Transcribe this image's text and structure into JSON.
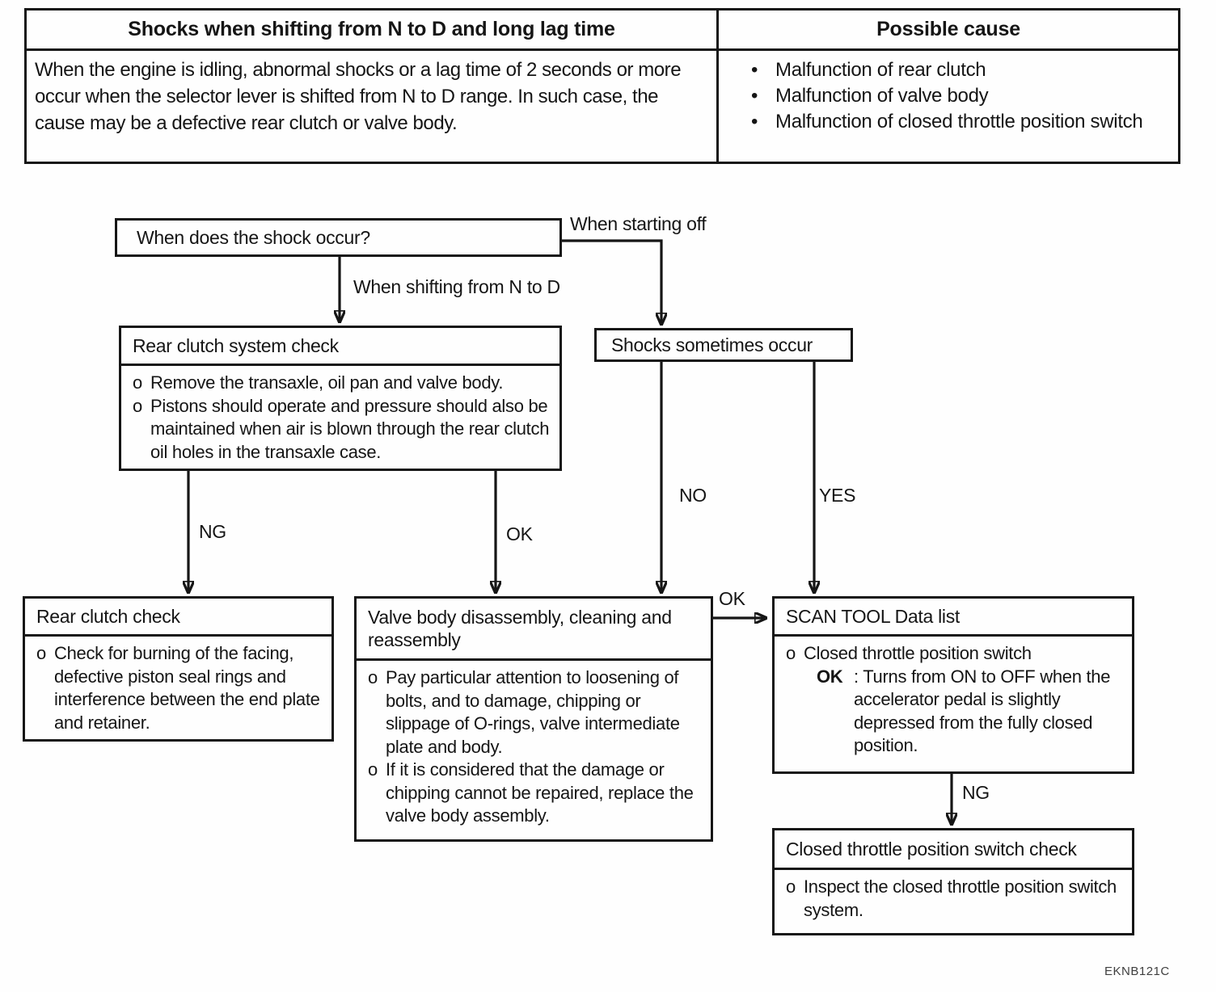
{
  "table": {
    "symptom_header": "Shocks when shifting from N to D and long lag time",
    "cause_header": "Possible cause",
    "symptom_text": "When the engine is idling, abnormal shocks or a lag time of 2 seconds or more occur when the selector lever is shifted from N to D range. In such case, the cause may be a defective rear clutch or valve body.",
    "cause_bullet": "•",
    "causes": [
      "Malfunction of rear clutch",
      "Malfunction of valve body",
      "Malfunction of closed throttle position switch"
    ]
  },
  "flowchart": {
    "bullet": "o",
    "start": {
      "title": "When does the shock occur?"
    },
    "labels": {
      "when_starting_off": "When starting off",
      "when_shifting": "When shifting from N to D",
      "ng_rear": "NG",
      "ok_rear": "OK",
      "no_shocks": "NO",
      "yes_shocks": "YES",
      "ok_valve": "OK",
      "ng_scan": "NG"
    },
    "shocks_sometimes": {
      "title": "Shocks sometimes occur"
    },
    "rear_clutch_system_check": {
      "title": "Rear clutch system check",
      "items": [
        "Remove the transaxle, oil pan and valve body.",
        "Pistons should operate and pressure should also be maintained when air is blown through the rear clutch oil holes in the transaxle case."
      ]
    },
    "rear_clutch_check": {
      "title": "Rear clutch check",
      "items": [
        "Check for burning of the facing, defective piston seal rings and interference between the end plate and retainer."
      ]
    },
    "valve_body": {
      "title": "Valve body disassembly, cleaning and reassembly",
      "items": [
        "Pay particular attention to loosening of bolts, and to damage, chipping or slippage of O-rings, valve intermediate plate and body.",
        "If it is considered that the damage or chipping cannot be repaired, replace the valve body assembly."
      ]
    },
    "scan_tool": {
      "title": "SCAN TOOL Data list",
      "item": "Closed throttle position switch",
      "ok_label": "OK",
      "ok_text": ": Turns from ON to OFF when the accelerator pedal is slightly depressed from the fully closed position."
    },
    "ctps_check": {
      "title": "Closed throttle position switch check",
      "items": [
        "Inspect the closed throttle position switch system."
      ]
    }
  },
  "figure_code": "EKNB121C"
}
